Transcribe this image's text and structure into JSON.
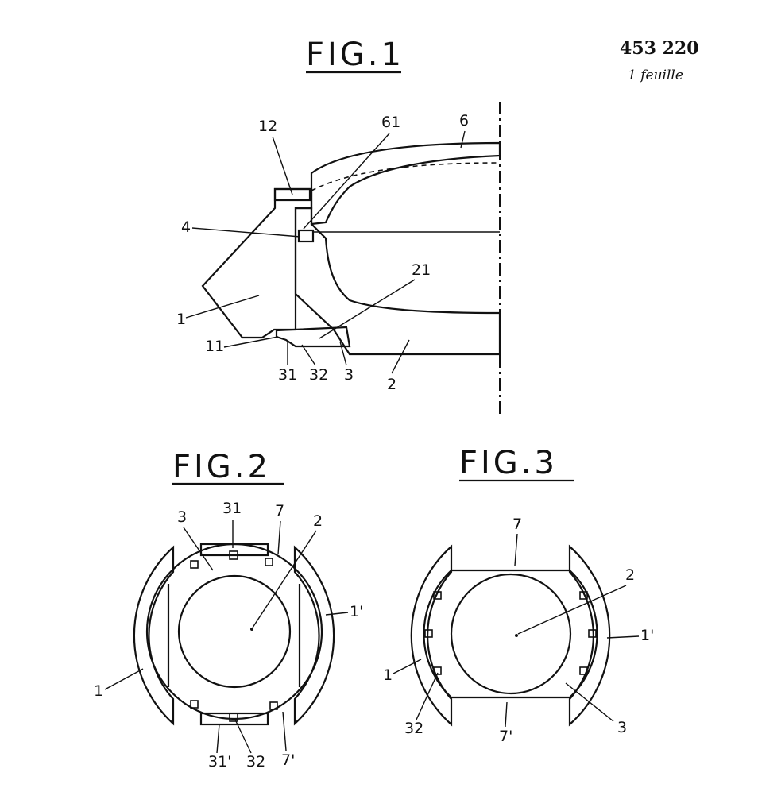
{
  "header": {
    "patent_number": "453 220",
    "sheet_count": "1 feuille"
  },
  "fig1": {
    "title": "FIG.1",
    "labels": {
      "l12": "12",
      "l61": "61",
      "l6": "6",
      "l4": "4",
      "l21": "21",
      "l1": "1",
      "l11": "11",
      "l31": "31",
      "l32": "32",
      "l3": "3",
      "l2": "2"
    }
  },
  "fig2": {
    "title": "FIG.2",
    "labels": {
      "l3": "3",
      "l31": "31",
      "l7": "7",
      "l2": "2",
      "l1p": "1'",
      "l1": "1",
      "l31p": "31'",
      "l32": "32",
      "l7p": "7'"
    }
  },
  "fig3": {
    "title": "FIG.3",
    "labels": {
      "l7": "7",
      "l2": "2",
      "l1p": "1'",
      "l1": "1",
      "l32": "32",
      "l7p": "7'",
      "l3": "3"
    }
  }
}
